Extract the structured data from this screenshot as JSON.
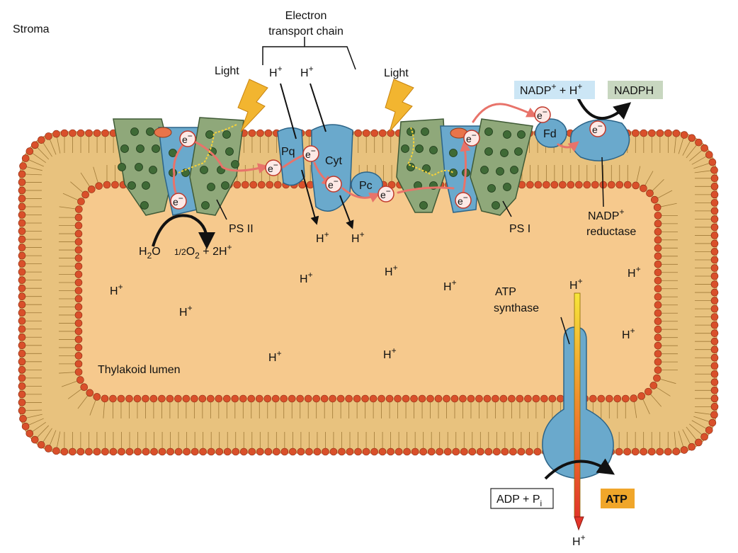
{
  "labels": {
    "stroma": "Stroma",
    "etc_line1": "Electron",
    "etc_line2": "transport chain",
    "light": "Light",
    "ps2": "PS II",
    "ps1": "PS I",
    "pq": "Pq",
    "cyt": "Cyt",
    "pc": "Pc",
    "fd": "Fd",
    "reductase_line1": "NADP",
    "reductase_sup": "+",
    "reductase_line2": "reductase",
    "atp_synthase_line1": "ATP",
    "atp_synthase_line2": "synthase",
    "lumen": "Thylakoid lumen",
    "electron": "e",
    "electron_sup": "−",
    "proton": "H",
    "proton_sup": "+",
    "nadp": "NADP",
    "nadp_sup": "+",
    "nadp_plus_h": " + H",
    "nadph": "NADPH",
    "h2o_h": "H",
    "h2o_sub": "2",
    "h2o_o": "O",
    "o2_frac": "1/2",
    "o2_o": "O",
    "o2_sub": "2",
    "o2_rest": " + 2H",
    "adp": "ADP + P",
    "adp_sub": "i",
    "atp": "ATP"
  },
  "colors": {
    "membrane_fill": "#e8c27e",
    "lumen_fill": "#f6c98d",
    "lipid_head": "#d9502b",
    "protein_green": "#8fa87a",
    "protein_blue": "#6aa9cc",
    "electron_path": "#e8736a",
    "nadp_box": "#cce6f5",
    "nadph_box": "#c8d7c0",
    "atp_box": "#f0a62a"
  }
}
